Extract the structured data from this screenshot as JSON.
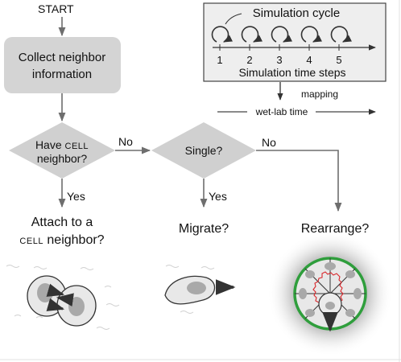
{
  "flowchart": {
    "start": "START",
    "collect_line1": "Collect neighbor",
    "collect_line2": "information",
    "q1_line1_pre": "Have ",
    "q1_line1_caps": "CELL",
    "q1_line2": "neighbor?",
    "q1_no": "No",
    "q1_yes": "Yes",
    "q2": "Single?",
    "q2_no": "No",
    "q2_yes": "Yes",
    "outcome_attach_line1": "Attach to a",
    "outcome_attach_caps": "CELL",
    "outcome_attach_line2_rest": " neighbor?",
    "outcome_migrate": "Migrate?",
    "outcome_rearrange": "Rearrange?"
  },
  "simulation": {
    "title": "Simulation cycle",
    "steps": [
      "1",
      "2",
      "3",
      "4",
      "5"
    ],
    "axis_label": "Simulation time steps",
    "mapping_label": "mapping",
    "wetlab_label": "wet-lab time"
  },
  "colors": {
    "box_fill": "#d4d4d4",
    "diamond_fill": "#d0d0d0",
    "arrow": "#6e6e6e",
    "cell_fill": "#e8e8e8",
    "nucleus": "#a9a9a9",
    "green_outline": "#2f9e3c",
    "junction_red": "#d8262a"
  }
}
